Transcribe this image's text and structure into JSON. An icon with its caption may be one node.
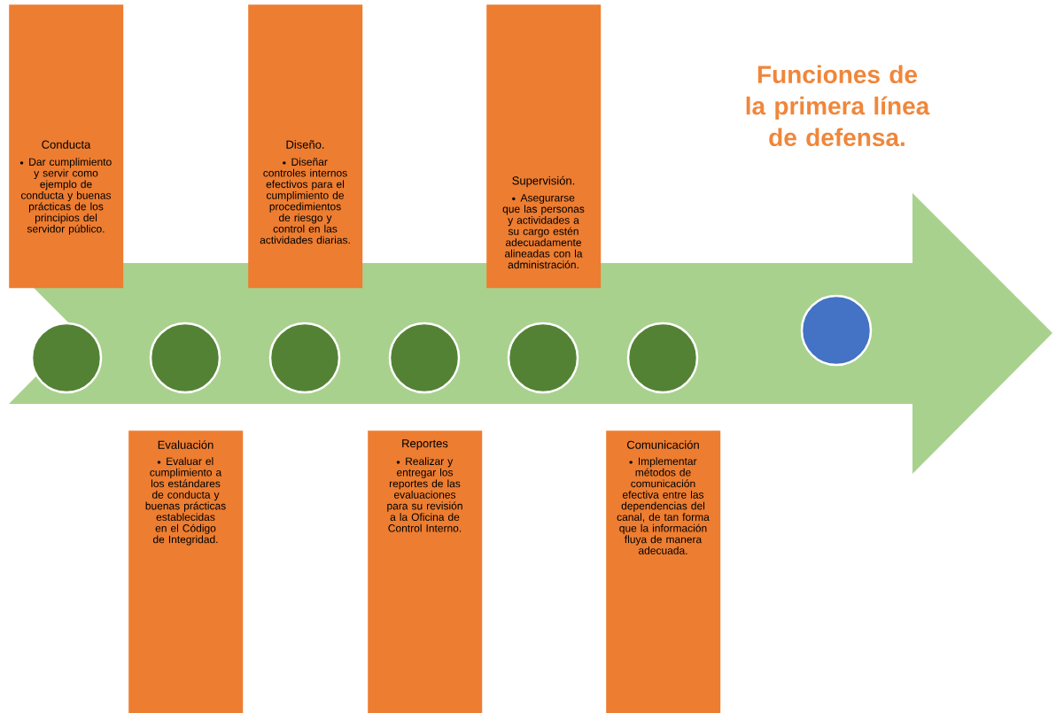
{
  "diagram": {
    "title": "Funciones de la primera línea de defensa.",
    "nodes": [
      {
        "text": [
          "Conducta",
          "Dar cumplimiento y servir como ejemplo de conducta y buenas prácticas de los principios del servidor público."
        ]
      },
      {
        "text": [
          "Evaluación",
          "Evaluar el cumplimiento a los estándares de conducta y buenas prácticas establecidas en el Código de Integridad."
        ]
      },
      {
        "text": [
          "Diseño.",
          "Diseñar controles internos efectivos para el cumplimiento de procedimientos de riesgo y control en las actividades diarias."
        ]
      },
      {
        "text": [
          "Reportes",
          "Realizar y entregar los reportes de las evaluaciones para su revisión a la Oficina de Control Interno."
        ]
      },
      {
        "text": [
          "Supervisión.",
          "Asegurarse que las personas y actividades a su cargo estén adecuadamente alineadas con la administración."
        ]
      },
      {
        "text": [
          "Comunicación",
          "Implementar métodos de comunicación efectiva entre las dependencias del canal, de tan forma que la información fluya de manera adecuada."
        ]
      },
      {
        "text": [],
        "shape": "circle"
      },
      {
        "text": [],
        "shape": "circle"
      },
      {
        "text": [],
        "shape": "circle"
      },
      {
        "text": [],
        "shape": "circle"
      },
      {
        "text": [],
        "shape": "circle"
      },
      {
        "text": [],
        "shape": "circle"
      },
      {
        "text": [],
        "shape": "circle"
      }
    ]
  }
}
